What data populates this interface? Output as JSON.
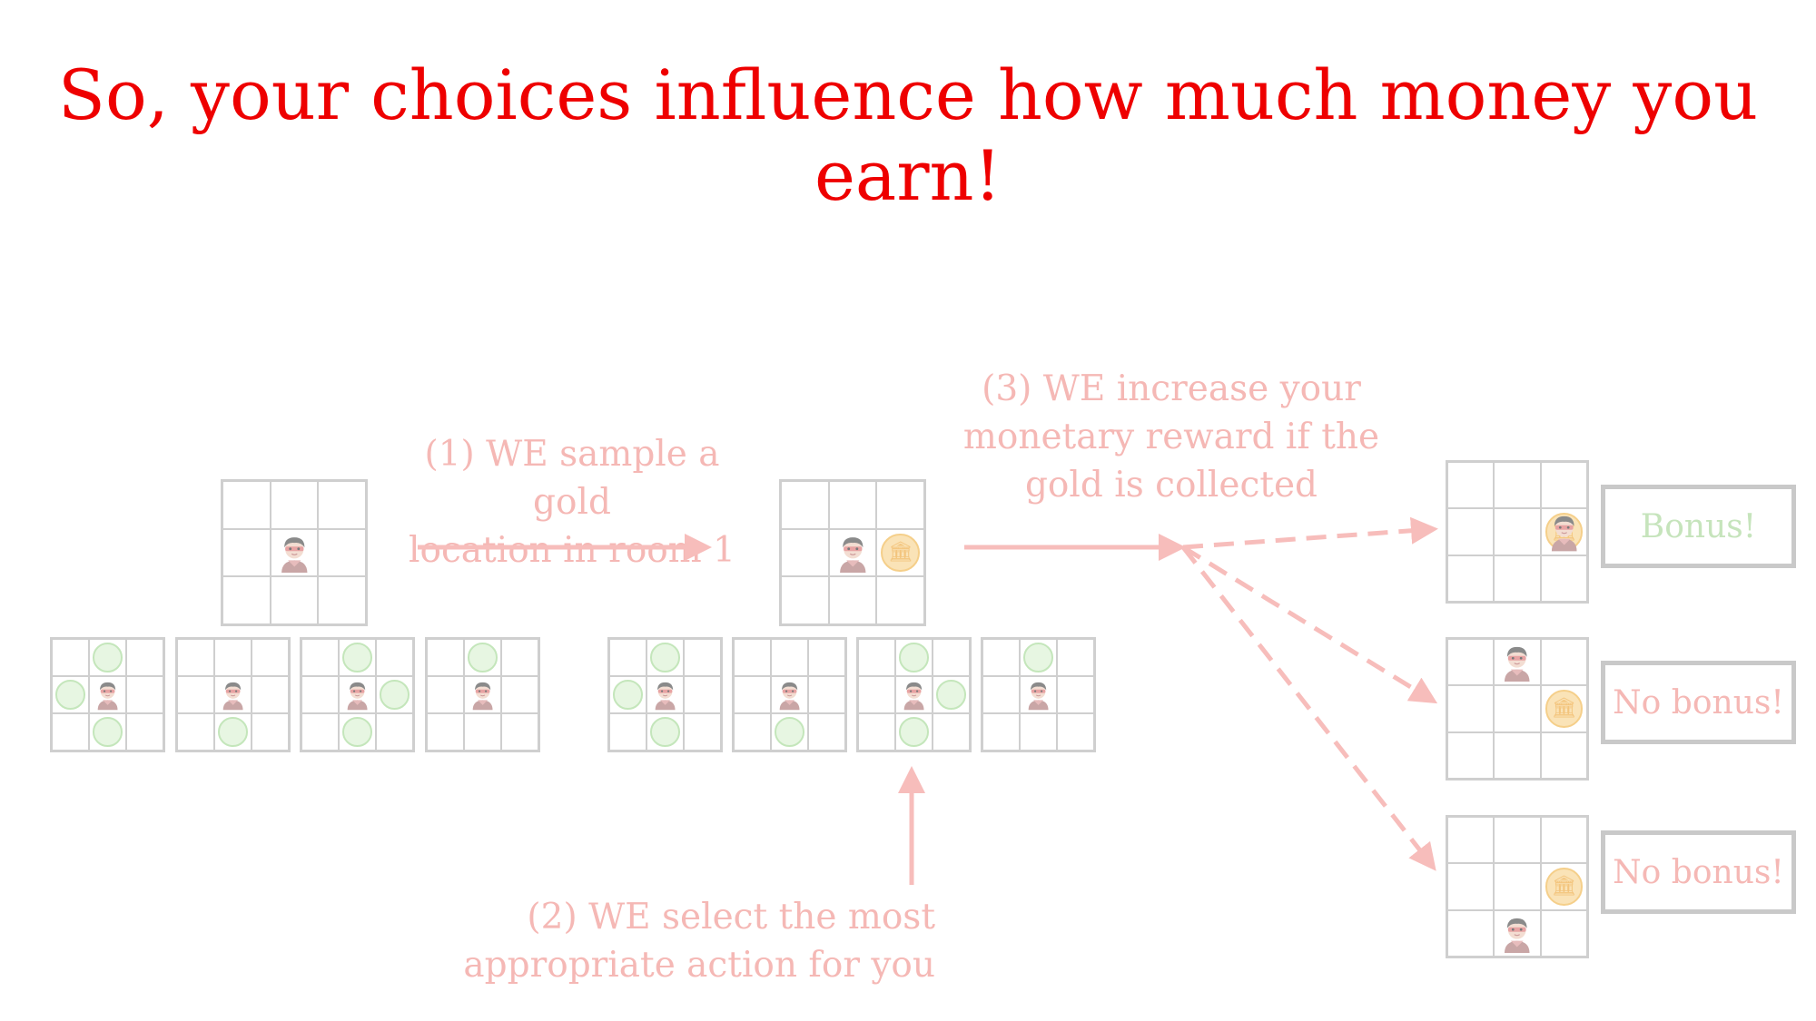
{
  "title": "So, your choices influence how much money you earn!",
  "annotations": {
    "step1": [
      "(1) WE sample a gold",
      "location in room 1"
    ],
    "step2": [
      "(2) WE select the most",
      "appropriate action for you"
    ],
    "step3": [
      "(3) WE increase your",
      "monetary reward if the",
      "gold is collected"
    ]
  },
  "outcomes": [
    {
      "label": "Bonus!",
      "color": "#c6e4bc"
    },
    {
      "label": "No bonus!",
      "color": "#f5b8b5"
    },
    {
      "label": "No bonus!",
      "color": "#f5b8b5"
    }
  ],
  "icons": {
    "agent": "superhero-avatar-icon",
    "gold": "gold-coin-icon",
    "option": "green-circle-marker"
  },
  "colors": {
    "title": "#ee0000",
    "annotation": "#f5b8b5",
    "arrow": "#f7bdbb",
    "grid": "#cfcfcf",
    "option_fill": "#e7f6e2",
    "coin_fill": "#fae3b7",
    "bonus": "#c6e4bc"
  }
}
